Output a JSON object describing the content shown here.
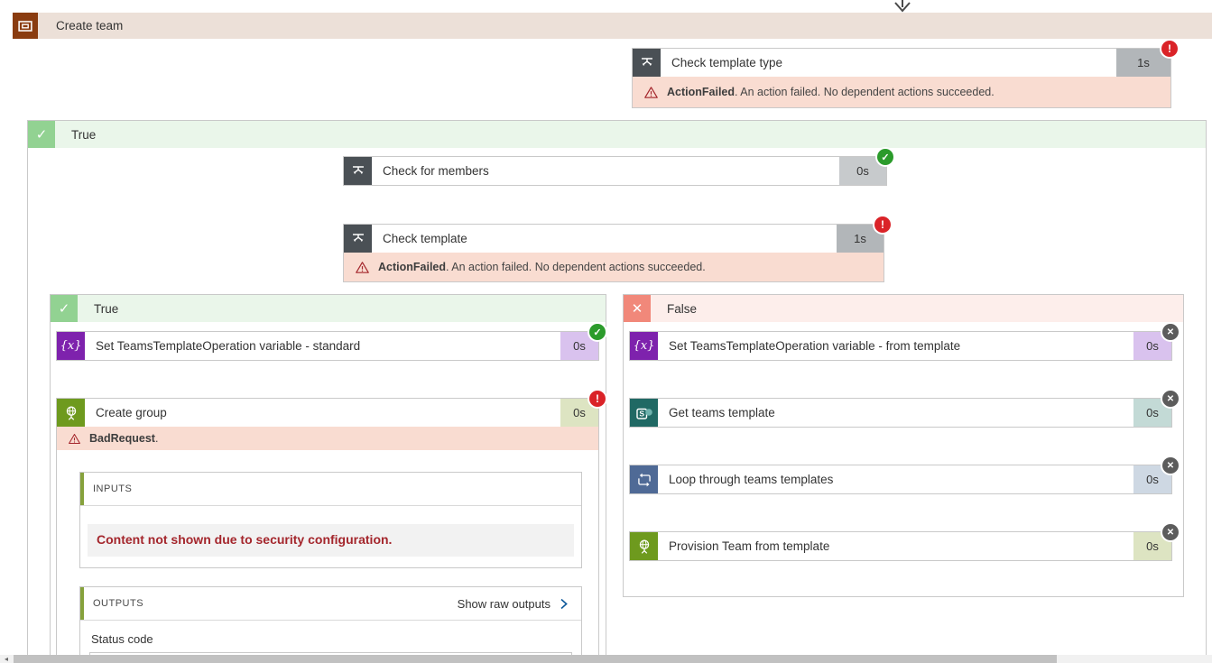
{
  "scope": {
    "title": "Create team"
  },
  "branches": {
    "outer_true": {
      "label": "True"
    },
    "inner_true": {
      "label": "True"
    },
    "inner_false": {
      "label": "False"
    }
  },
  "actions": {
    "check_template_type": {
      "title": "Check template type",
      "duration": "1s",
      "status": "error"
    },
    "check_for_members": {
      "title": "Check for members",
      "duration": "0s",
      "status": "success"
    },
    "check_template": {
      "title": "Check template",
      "duration": "1s",
      "status": "error"
    },
    "set_var_standard": {
      "title": "Set TeamsTemplateOperation variable - standard",
      "duration": "0s",
      "status": "success"
    },
    "create_group": {
      "title": "Create group",
      "duration": "0s",
      "status": "error"
    },
    "set_var_from_template": {
      "title": "Set TeamsTemplateOperation variable - from template",
      "duration": "0s",
      "status": "skipped"
    },
    "get_teams_template": {
      "title": "Get teams template",
      "duration": "0s",
      "status": "skipped"
    },
    "loop_templates": {
      "title": "Loop through teams templates",
      "duration": "0s",
      "status": "skipped"
    },
    "provision_team": {
      "title": "Provision Team from template",
      "duration": "0s",
      "status": "skipped"
    }
  },
  "errors": {
    "action_failed": {
      "code": "ActionFailed",
      "rest": ". An action failed. No dependent actions succeeded."
    },
    "bad_request": {
      "code": "BadRequest",
      "rest": "."
    }
  },
  "details": {
    "inputs": {
      "label": "INPUTS",
      "security_message": "Content not shown due to security configuration."
    },
    "outputs": {
      "label": "OUTPUTS",
      "show_raw_link": "Show raw outputs",
      "status_code_label": "Status code"
    }
  },
  "colors": {
    "scope_icon_bg": "#8a3c10",
    "scope_band_bg": "#ece0d8",
    "condition_icon_bg": "#4a5055",
    "variable_icon_bg": "#7e22ad",
    "http_icon_bg": "#6e9a1e",
    "sharepoint_icon_bg": "#206964",
    "loop_icon_bg": "#4f6a96",
    "true_band_bg": "#eaf6ea",
    "true_icon_bg": "#92d292",
    "false_band_bg": "#fdeeeb",
    "false_icon_bg": "#f1887a",
    "status_success": "#2b9b2b",
    "status_error": "#da2328",
    "status_skipped": "#5c5c5c",
    "error_bar_bg": "#f9dcd1",
    "error_accent_text": "#a4262c",
    "panel_accent": "#86a23c",
    "link_chevron": "#0f5a9b"
  }
}
